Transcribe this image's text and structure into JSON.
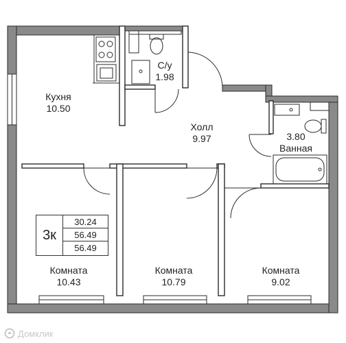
{
  "rooms": {
    "kitchen": {
      "name": "Кухня",
      "area": "10.50"
    },
    "wc": {
      "name": "С/у",
      "area": "1.98"
    },
    "hall": {
      "name": "Холл",
      "area": "9.97"
    },
    "bathroom": {
      "name": "Ванная",
      "area": "3.80"
    },
    "room1": {
      "name": "Комната",
      "area": "10.43"
    },
    "room2": {
      "name": "Комната",
      "area": "10.79"
    },
    "room3": {
      "name": "Комната",
      "area": "9.02"
    }
  },
  "summary": {
    "rooms_label": "3к",
    "areas": [
      "30.24",
      "56.49",
      "56.49"
    ]
  },
  "watermark": {
    "text": "Домклик",
    "icon": "domclick-logo-icon"
  },
  "colors": {
    "wall": "#7a7a7a",
    "line": "#2a2a2a",
    "text": "#222222",
    "watermark": "#c8c8c8"
  }
}
